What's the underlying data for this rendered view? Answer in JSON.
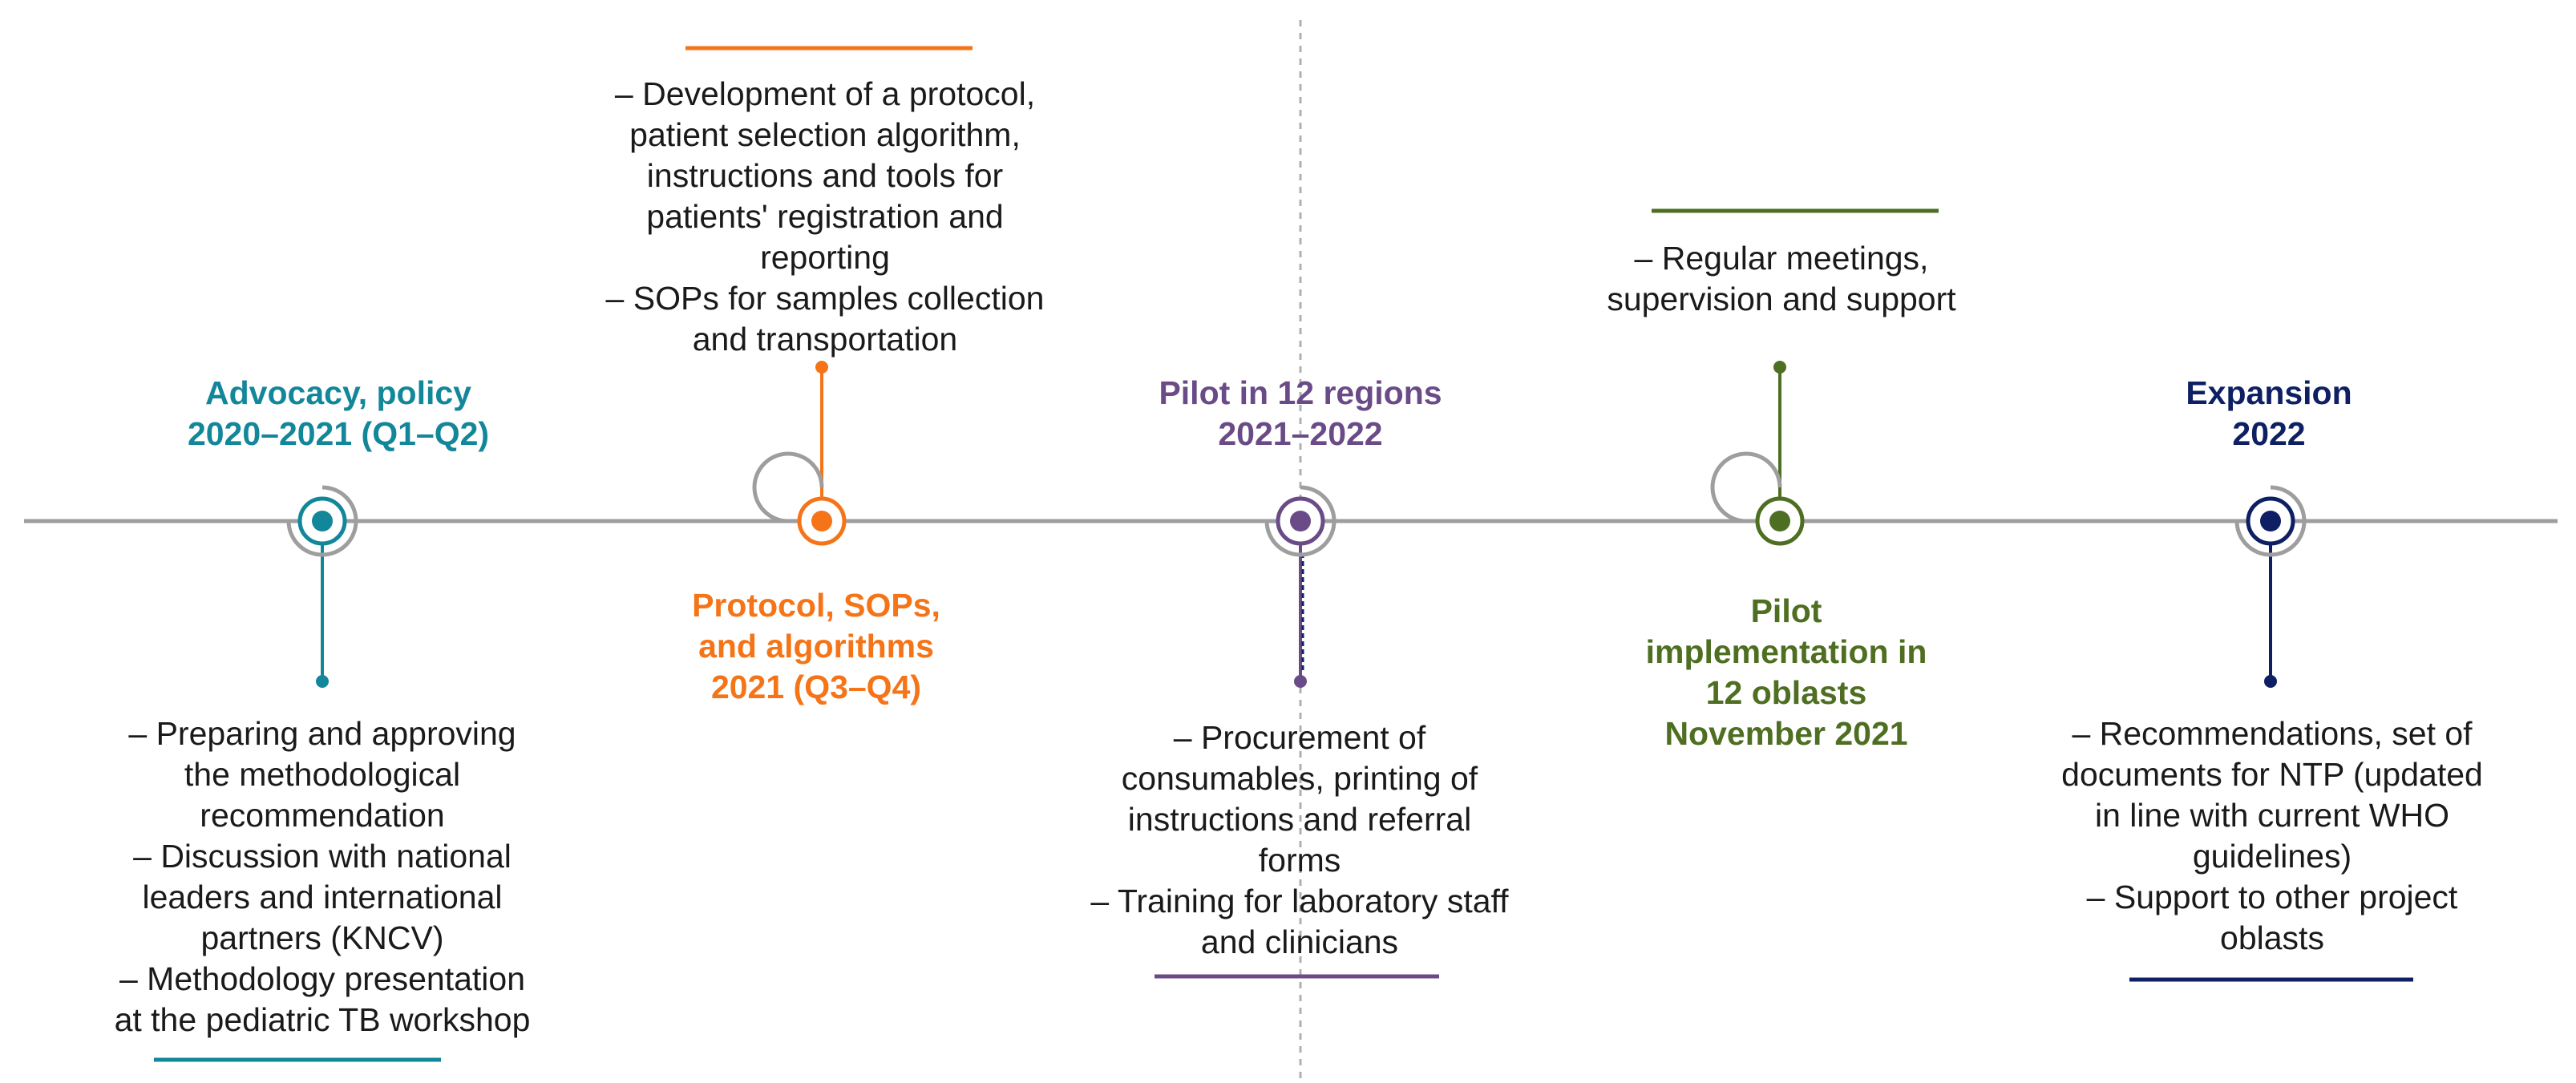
{
  "colors": {
    "teal": "#13879a",
    "orange": "#f57418",
    "purple": "#6a4b87",
    "green": "#4e6e22",
    "navy": "#0e2063",
    "axis": "#9e9e9e"
  },
  "milestones": [
    {
      "id": "advocacy",
      "color": "#13879a",
      "title": [
        "Advocacy, policy",
        "2020–2021 (Q1–Q2)"
      ],
      "text": [
        "– Preparing and approving",
        "the methodological",
        "recommendation",
        "– Discussion with national",
        "leaders and international",
        "partners (KNCV)",
        "– Methodology presentation",
        "at the pediatric TB workshop"
      ]
    },
    {
      "id": "protocol",
      "color": "#f57418",
      "title": [
        "Protocol, SOPs,",
        "and algorithms",
        "2021 (Q3–Q4)"
      ],
      "text": [
        "– Development of a protocol,",
        "patient selection algorithm,",
        "instructions and tools for",
        "patients' registration and",
        "reporting",
        "– SOPs for samples collection",
        "and transportation"
      ]
    },
    {
      "id": "pilot-regions",
      "color": "#6a4b87",
      "title": [
        "Pilot in 12 regions",
        "2021–2022"
      ],
      "text": [
        "– Procurement of",
        "consumables, printing of",
        "instructions and referral",
        "forms",
        "– Training for laboratory staff",
        "and clinicians"
      ]
    },
    {
      "id": "pilot-oblasts",
      "color": "#4e6e22",
      "title": [
        "Pilot",
        "implementation in",
        "12 oblasts",
        "November 2021"
      ],
      "text": [
        "– Regular meetings,",
        "supervision and support"
      ]
    },
    {
      "id": "expansion",
      "color": "#0e2063",
      "title": [
        "Expansion",
        "2022"
      ],
      "text": [
        "– Recommendations, set of",
        "documents for NTP (updated",
        "in line with current WHO",
        "guidelines)",
        "– Support to other project",
        "oblasts"
      ]
    }
  ]
}
